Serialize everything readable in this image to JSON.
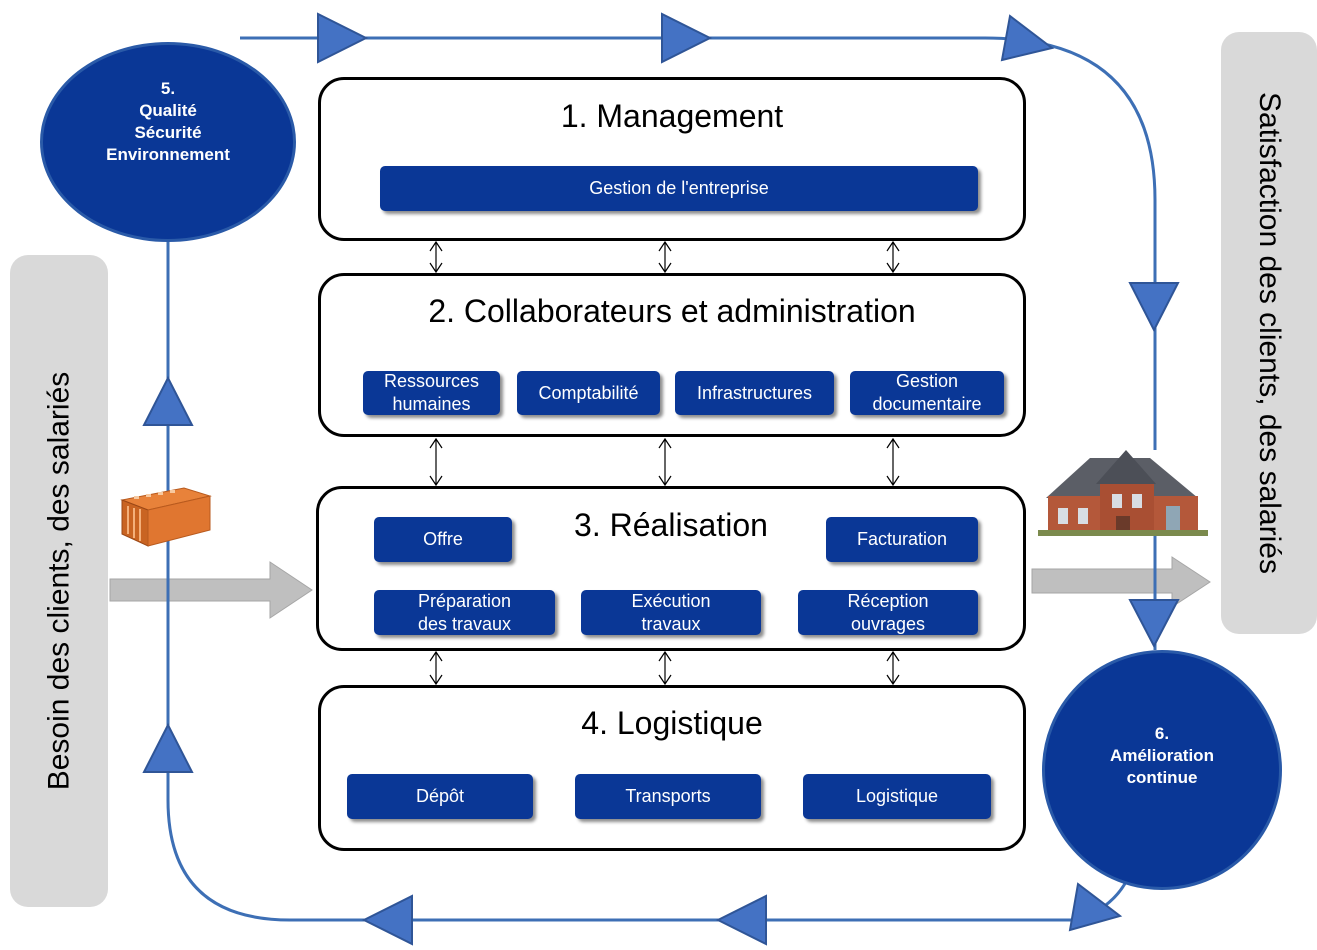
{
  "side_labels": {
    "left": "Besoin des clients, des salariés",
    "right": "Satisfaction des clients, des salariés"
  },
  "circles": {
    "c5": {
      "number": "5.",
      "text": "Qualité\nSécurité\nEnvironnement"
    },
    "c6": {
      "number": "6.",
      "text": "Amélioration\ncontinue"
    }
  },
  "panels": {
    "p1": {
      "title": "1. Management",
      "boxes": [
        "Gestion de l'entreprise"
      ]
    },
    "p2": {
      "title": "2. Collaborateurs et administration",
      "boxes": [
        "Ressources humaines",
        "Comptabilité",
        "Infrastructures",
        "Gestion documentaire"
      ]
    },
    "p3": {
      "title": "3. Réalisation",
      "boxes": [
        "Offre",
        "Facturation",
        "Préparation des travaux",
        "Exécution travaux",
        "Réception ouvrages"
      ]
    },
    "p4": {
      "title": "4. Logistique",
      "boxes": [
        "Dépôt",
        "Transports",
        "Logistique"
      ]
    }
  },
  "colors": {
    "box_fill": "#0a3796",
    "flow_line": "#3d6fb5",
    "arrow_fill": "#4472c4",
    "input_arrow": "#bfbfbf",
    "side_bar": "#d9d9d9"
  },
  "icons": {
    "input_image": "brick-image",
    "output_image": "house-image"
  }
}
